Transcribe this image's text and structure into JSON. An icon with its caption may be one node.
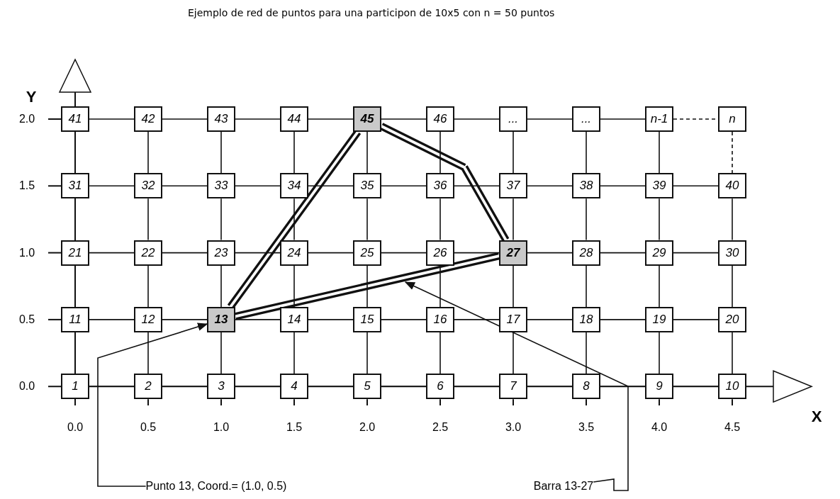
{
  "diagram": {
    "title": "Ejemplo de red de puntos para una participon de 10x5 con n = 50 puntos",
    "nodes": [
      {
        "text": [
          "41"
        ]
      },
      {
        "text": [
          "42"
        ]
      },
      {
        "text": [
          "43"
        ]
      },
      {
        "text": [
          "44"
        ]
      },
      {
        "text": [
          "45"
        ]
      },
      {
        "text": [
          "46"
        ]
      },
      {
        "text": [
          "..."
        ]
      },
      {
        "text": [
          "..."
        ]
      },
      {
        "text": [
          "n-1"
        ]
      },
      {
        "text": [
          "n"
        ]
      },
      {
        "text": [
          "31"
        ]
      },
      {
        "text": [
          "32"
        ]
      },
      {
        "text": [
          "33"
        ]
      },
      {
        "text": [
          "34"
        ]
      },
      {
        "text": [
          "35"
        ]
      },
      {
        "text": [
          "36"
        ]
      },
      {
        "text": [
          "37"
        ]
      },
      {
        "text": [
          "38"
        ]
      },
      {
        "text": [
          "39"
        ]
      },
      {
        "text": [
          "40"
        ]
      },
      {
        "text": [
          "21"
        ]
      },
      {
        "text": [
          "22"
        ]
      },
      {
        "text": [
          "23"
        ]
      },
      {
        "text": [
          "24"
        ]
      },
      {
        "text": [
          "25"
        ]
      },
      {
        "text": [
          "26"
        ]
      },
      {
        "text": [
          "27"
        ]
      },
      {
        "text": [
          "28"
        ]
      },
      {
        "text": [
          "29"
        ]
      },
      {
        "text": [
          "30"
        ]
      },
      {
        "text": [
          "11"
        ]
      },
      {
        "text": [
          "12"
        ]
      },
      {
        "text": [
          "13"
        ]
      },
      {
        "text": [
          "14"
        ]
      },
      {
        "text": [
          "15"
        ]
      },
      {
        "text": [
          "16"
        ]
      },
      {
        "text": [
          "17"
        ]
      },
      {
        "text": [
          "18"
        ]
      },
      {
        "text": [
          "19"
        ]
      },
      {
        "text": [
          "20"
        ]
      },
      {
        "text": [
          "1"
        ]
      },
      {
        "text": [
          "2"
        ]
      },
      {
        "text": [
          "3"
        ]
      },
      {
        "text": [
          "4"
        ]
      },
      {
        "text": [
          "5"
        ]
      },
      {
        "text": [
          "6"
        ]
      },
      {
        "text": [
          "7"
        ]
      },
      {
        "text": [
          "8"
        ]
      },
      {
        "text": [
          "9"
        ]
      },
      {
        "text": [
          "10"
        ]
      },
      {
        "text": [
          "Punto 13, Coord.= (1.0, 0.5)"
        ]
      },
      {
        "text": [
          "Barra 13-27"
        ]
      }
    ],
    "edges": [
      {
        "from": 0,
        "to": 1,
        "arrow": "none"
      },
      {
        "from": 1,
        "to": 2,
        "arrow": "none"
      },
      {
        "from": 2,
        "to": 3,
        "arrow": "none"
      },
      {
        "from": 3,
        "to": 4,
        "arrow": "none"
      },
      {
        "from": 4,
        "to": 5,
        "arrow": "none"
      },
      {
        "from": 5,
        "to": 6,
        "arrow": "none"
      },
      {
        "from": 6,
        "to": 7,
        "arrow": "none"
      },
      {
        "from": 7,
        "to": 8,
        "arrow": "none"
      },
      {
        "from": 8,
        "to": 9,
        "arrow": "none",
        "style": "dashed"
      },
      {
        "from": 10,
        "to": 11,
        "arrow": "none"
      },
      {
        "from": 11,
        "to": 12,
        "arrow": "none"
      },
      {
        "from": 12,
        "to": 13,
        "arrow": "none"
      },
      {
        "from": 13,
        "to": 14,
        "arrow": "none"
      },
      {
        "from": 14,
        "to": 15,
        "arrow": "none"
      },
      {
        "from": 15,
        "to": 16,
        "arrow": "none"
      },
      {
        "from": 16,
        "to": 17,
        "arrow": "none"
      },
      {
        "from": 17,
        "to": 18,
        "arrow": "none"
      },
      {
        "from": 18,
        "to": 19,
        "arrow": "none"
      },
      {
        "from": 20,
        "to": 21,
        "arrow": "none"
      },
      {
        "from": 21,
        "to": 22,
        "arrow": "none"
      },
      {
        "from": 22,
        "to": 23,
        "arrow": "none"
      },
      {
        "from": 23,
        "to": 24,
        "arrow": "none"
      },
      {
        "from": 24,
        "to": 25,
        "arrow": "none"
      },
      {
        "from": 25,
        "to": 26,
        "arrow": "none"
      },
      {
        "from": 26,
        "to": 27,
        "arrow": "none"
      },
      {
        "from": 27,
        "to": 28,
        "arrow": "none"
      },
      {
        "from": 28,
        "to": 29,
        "arrow": "none"
      },
      {
        "from": 30,
        "to": 31,
        "arrow": "none"
      },
      {
        "from": 31,
        "to": 32,
        "arrow": "none"
      },
      {
        "from": 32,
        "to": 33,
        "arrow": "none"
      },
      {
        "from": 33,
        "to": 34,
        "arrow": "none"
      },
      {
        "from": 34,
        "to": 35,
        "arrow": "none"
      },
      {
        "from": 35,
        "to": 36,
        "arrow": "none"
      },
      {
        "from": 36,
        "to": 37,
        "arrow": "none"
      },
      {
        "from": 37,
        "to": 38,
        "arrow": "none"
      },
      {
        "from": 38,
        "to": 39,
        "arrow": "none"
      },
      {
        "from": 40,
        "to": 41,
        "arrow": "none"
      },
      {
        "from": 41,
        "to": 42,
        "arrow": "none"
      },
      {
        "from": 42,
        "to": 43,
        "arrow": "none"
      },
      {
        "from": 43,
        "to": 44,
        "arrow": "none"
      },
      {
        "from": 44,
        "to": 45,
        "arrow": "none"
      },
      {
        "from": 45,
        "to": 46,
        "arrow": "none"
      },
      {
        "from": 46,
        "to": 47,
        "arrow": "none"
      },
      {
        "from": 47,
        "to": 48,
        "arrow": "none"
      },
      {
        "from": 48,
        "to": 49,
        "arrow": "none"
      },
      {
        "from": 0,
        "to": 10,
        "arrow": "none"
      },
      {
        "from": 1,
        "to": 11,
        "arrow": "none"
      },
      {
        "from": 2,
        "to": 12,
        "arrow": "none"
      },
      {
        "from": 3,
        "to": 13,
        "arrow": "none"
      },
      {
        "from": 4,
        "to": 14,
        "arrow": "none"
      },
      {
        "from": 5,
        "to": 15,
        "arrow": "none"
      },
      {
        "from": 6,
        "to": 16,
        "arrow": "none"
      },
      {
        "from": 7,
        "to": 17,
        "arrow": "none"
      },
      {
        "from": 8,
        "to": 18,
        "arrow": "none"
      },
      {
        "from": 9,
        "to": 19,
        "arrow": "none",
        "style": "dashed"
      },
      {
        "from": 10,
        "to": 20,
        "arrow": "none"
      },
      {
        "from": 11,
        "to": 21,
        "arrow": "none"
      },
      {
        "from": 12,
        "to": 22,
        "arrow": "none"
      },
      {
        "from": 13,
        "to": 23,
        "arrow": "none"
      },
      {
        "from": 14,
        "to": 24,
        "arrow": "none"
      },
      {
        "from": 15,
        "to": 25,
        "arrow": "none"
      },
      {
        "from": 16,
        "to": 26,
        "arrow": "none"
      },
      {
        "from": 17,
        "to": 27,
        "arrow": "none"
      },
      {
        "from": 18,
        "to": 28,
        "arrow": "none"
      },
      {
        "from": 19,
        "to": 29,
        "arrow": "none"
      },
      {
        "from": 20,
        "to": 30,
        "arrow": "none"
      },
      {
        "from": 21,
        "to": 31,
        "arrow": "none"
      },
      {
        "from": 22,
        "to": 32,
        "arrow": "none"
      },
      {
        "from": 23,
        "to": 33,
        "arrow": "none"
      },
      {
        "from": 24,
        "to": 34,
        "arrow": "none"
      },
      {
        "from": 25,
        "to": 35,
        "arrow": "none"
      },
      {
        "from": 26,
        "to": 36,
        "arrow": "none"
      },
      {
        "from": 27,
        "to": 37,
        "arrow": "none"
      },
      {
        "from": 28,
        "to": 38,
        "arrow": "none"
      },
      {
        "from": 29,
        "to": 39,
        "arrow": "none"
      },
      {
        "from": 30,
        "to": 40,
        "arrow": "none"
      },
      {
        "from": 31,
        "to": 41,
        "arrow": "none"
      },
      {
        "from": 32,
        "to": 42,
        "arrow": "none"
      },
      {
        "from": 33,
        "to": 43,
        "arrow": "none"
      },
      {
        "from": 34,
        "to": 44,
        "arrow": "none"
      },
      {
        "from": 35,
        "to": 45,
        "arrow": "none"
      },
      {
        "from": 36,
        "to": 46,
        "arrow": "none"
      },
      {
        "from": 37,
        "to": 47,
        "arrow": "none"
      },
      {
        "from": 38,
        "to": 48,
        "arrow": "none"
      },
      {
        "from": 39,
        "to": 49,
        "arrow": "none"
      },
      {
        "from": 32,
        "to": 4,
        "arrow": "none",
        "style": "thick"
      },
      {
        "from": 4,
        "to": 26,
        "arrow": "none",
        "style": "thick"
      },
      {
        "from": 32,
        "to": 26,
        "arrow": "none",
        "style": "thick"
      },
      {
        "from": 50,
        "to": 32,
        "arrow": "to"
      },
      {
        "from": 51,
        "to": null,
        "arrow": "to"
      }
    ],
    "labels": [
      "Y",
      "2.0",
      "1.5",
      "1.0",
      "0.5",
      "0.0",
      "X",
      "0.0",
      "0.5",
      "1.0",
      "1.5",
      "2.0",
      "2.5",
      "3.0",
      "3.5",
      "4.0",
      "4.5"
    ]
  }
}
